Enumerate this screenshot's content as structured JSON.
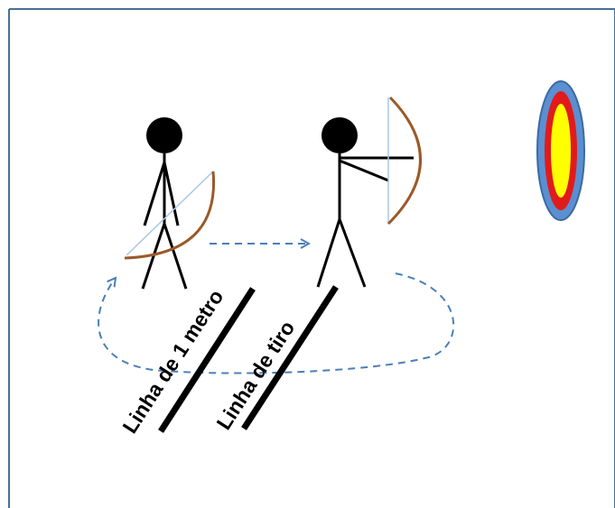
{
  "labels": {
    "one_meter_line": "Linha de 1 metro",
    "shooting_line": "Linha de tiro"
  },
  "figures": [
    {
      "name": "waiting-archer",
      "pose": "standing with bow held low"
    },
    {
      "name": "shooting-archer",
      "pose": "drawing bow toward target"
    }
  ],
  "target": {
    "ring_colors": [
      "#5b8fd0",
      "#e11b1b",
      "#ffff00"
    ]
  },
  "colors": {
    "frame": "#4a6f95",
    "arrow_path": "#4a7fb5",
    "bow_wood": "#9a5a2a",
    "bow_string": "#a9c7e3",
    "lines": "#000000"
  }
}
